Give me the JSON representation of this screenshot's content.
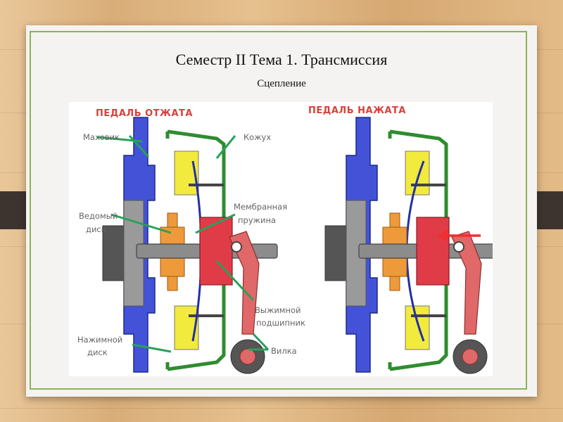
{
  "slide": {
    "title": "Семестр II Тема 1. Трансмиссия",
    "subtitle": "Сцепление"
  },
  "diagram": {
    "left_header": "ПЕДАЛЬ ОТЖАТА",
    "right_header": "ПЕДАЛЬ НАЖАТА",
    "labels": {
      "flywheel": "Маховик",
      "housing": "Кожух",
      "diaphragm_line1": "Мембранная",
      "diaphragm_line2": "пружина",
      "driven_line1": "Ведомый",
      "driven_line2": "диск",
      "bearing_line1": "Выжимной",
      "bearing_line2": "подшипник",
      "pressure_line1": "Нажимной",
      "pressure_line2": "диск",
      "fork": "Вилка"
    },
    "colors": {
      "flywheel": "#4452d8",
      "housing": "#2f8c2f",
      "pressure_plate": "#f2ea3c",
      "spring": "#2030a8",
      "friction_disc": "#ee9a3a",
      "bearing": "#e03c48",
      "fork": "#e06868",
      "shaft": "#8c8c8c",
      "leader_line": "#2aa05a",
      "arrow": "#ee3030",
      "header": "#d9403a"
    }
  }
}
